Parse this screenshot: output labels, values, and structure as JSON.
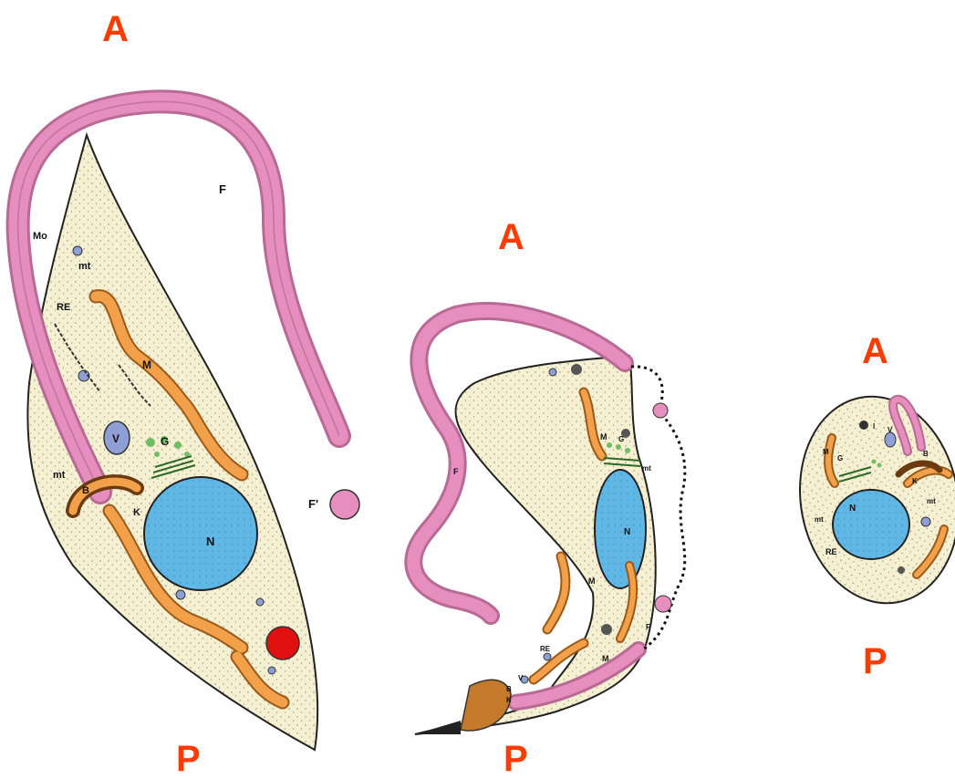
{
  "cells": [
    {
      "anterior": "A",
      "posterior": "P",
      "labels": {
        "flagellum": "F",
        "flagellum_cross_section": "F'",
        "mo": "Mo",
        "microtubules_top": "mt",
        "microtubules_side": "mt",
        "reticulum": "RE",
        "mitochondrion": "M",
        "vacuole": "V",
        "golgi": "G",
        "basal_body": "B",
        "kinetoplast": "K",
        "nucleus": "N"
      }
    },
    {
      "anterior": "A",
      "posterior": "P",
      "labels": {
        "flagellum": "F",
        "mitochondrion_1": "M",
        "mitochondrion_2": "M",
        "mitochondrion_3": "M",
        "golgi": "G",
        "microtubules": "mt",
        "nucleus": "N",
        "reticulum": "RE",
        "vacuole": "V",
        "basal_body": "B",
        "kinetoplast": "K",
        "flagellum_tip": "F"
      }
    },
    {
      "anterior": "A",
      "posterior": "P",
      "labels": {
        "lysosome": "l",
        "vacuole": "V",
        "mitochondrion": "M",
        "golgi": "G",
        "basal_body": "B",
        "kinetoplast": "K",
        "nucleus": "N",
        "microtubules_left": "mt",
        "microtubules_right": "mt",
        "reticulum": "RE"
      }
    }
  ],
  "colors": {
    "letter": "#ff3b00",
    "cytoplasm": "#f5f0d2",
    "flagellum": "#e68fbe",
    "nucleus": "#5fb7e6",
    "mitochondrion": "#f2a04a",
    "vacuole": "#8e9fd6",
    "golgi": "#6fbf62",
    "reservosome": "#e01010",
    "outline": "#222222"
  }
}
